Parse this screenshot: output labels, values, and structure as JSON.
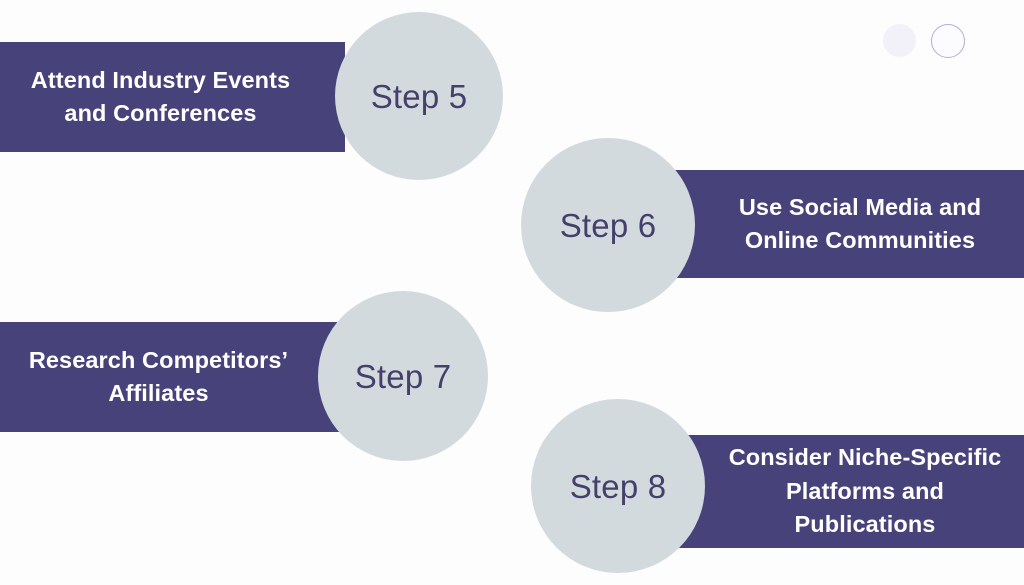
{
  "background_color": "#fdfdfe",
  "theme": {
    "bar_color": "#474279",
    "circle_color": "#d2dade",
    "bar_text_color": "#ffffff",
    "circle_text_color": "#453f6b",
    "deco_fill_color": "#f2f1f9",
    "deco_ring_border_color": "#b4aed6"
  },
  "decorations": [
    {
      "name": "decorative-circle-filled",
      "shape": "filled-circle"
    },
    {
      "name": "decorative-circle-outline",
      "shape": "ring-circle"
    }
  ],
  "steps": [
    {
      "id": "step5",
      "step_label": "Step 5",
      "description": "Attend Industry Events\nand Conferences",
      "orientation": "bar-left"
    },
    {
      "id": "step6",
      "step_label": "Step 6",
      "description": "Use Social Media and\nOnline Communities",
      "orientation": "bar-right"
    },
    {
      "id": "step7",
      "step_label": "Step 7",
      "description": "Research Competitors’\nAffiliates",
      "orientation": "bar-left"
    },
    {
      "id": "step8",
      "step_label": "Step 8",
      "description": "Consider Niche-Specific\nPlatforms and\nPublications",
      "orientation": "bar-right"
    }
  ]
}
